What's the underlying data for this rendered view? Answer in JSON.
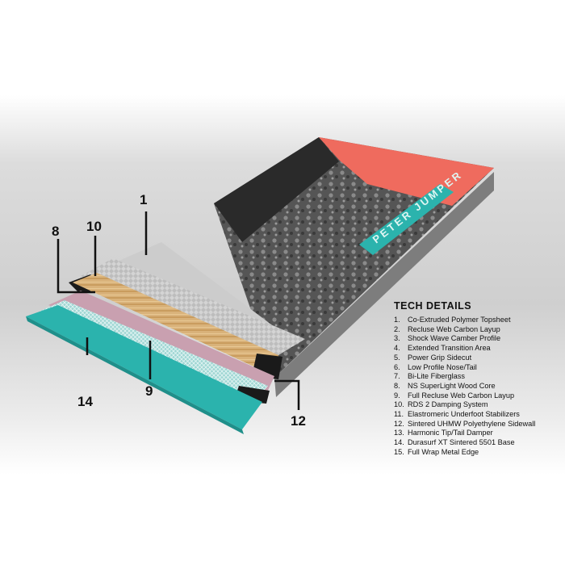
{
  "brand_text": "PETER JUMPER",
  "callouts": [
    "1",
    "8",
    "10",
    "14",
    "9",
    "12"
  ],
  "tech_details": {
    "title": "TECH DETAILS",
    "items": [
      {
        "num": "1.",
        "label": "Co-Extruded Polymer Topsheet"
      },
      {
        "num": "2.",
        "label": "Recluse Web Carbon Layup"
      },
      {
        "num": "3.",
        "label": "Shock Wave Camber Profile"
      },
      {
        "num": "4.",
        "label": "Extended Transition Area"
      },
      {
        "num": "5.",
        "label": "Power Grip Sidecut"
      },
      {
        "num": "6.",
        "label": "Low Profile Nose/Tail"
      },
      {
        "num": "7.",
        "label": "Bi-Lite Fiberglass"
      },
      {
        "num": "8.",
        "label": "NS SuperLight Wood Core"
      },
      {
        "num": "9.",
        "label": "Full Recluse Web Carbon Layup"
      },
      {
        "num": "10.",
        "label": "RDS 2 Damping System"
      },
      {
        "num": "11.",
        "label": "Elastromeric Underfoot Stabilizers"
      },
      {
        "num": "12.",
        "label": "Sintered UHMW Polyethylene Sidewall"
      },
      {
        "num": "13.",
        "label": "Harmonic Tip/Tail Damper"
      },
      {
        "num": "14.",
        "label": "Durasurf XT Sintered 5501 Base"
      },
      {
        "num": "15.",
        "label": "Full Wrap Metal Edge"
      }
    ]
  },
  "colors": {
    "base_teal": "#2bb3ad",
    "topsheet_grey": "#6e6e6e",
    "topsheet_coral": "#ef6b5e",
    "wood_core": "#d9b27a",
    "sidewall_black": "#1a1a1a"
  }
}
